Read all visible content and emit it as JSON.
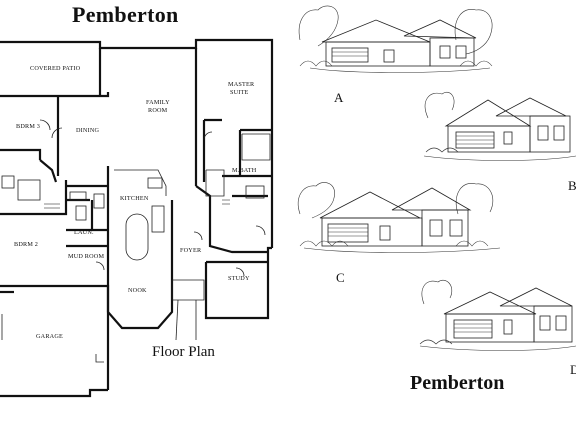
{
  "header": {
    "title": "Pemberton"
  },
  "floor_plan": {
    "caption": "Floor Plan",
    "rooms": {
      "covered_patio": "COVERED PATIO",
      "master_suite_1": "MASTER",
      "master_suite_2": "SUITE",
      "family_room_1": "FAMILY",
      "family_room_2": "ROOM",
      "bdrm3": "BDRM 3",
      "dining": "DINING",
      "mbath": "M.BATH",
      "kitchen": "KITCHEN",
      "bdrm2": "BDRM 2",
      "laun": "LAUN.",
      "mud_room": "MUD ROOM",
      "foyer": "FOYER",
      "nook": "NOOK",
      "study": "STUDY",
      "garage": "GARAGE"
    }
  },
  "elevations": [
    {
      "letter": "A"
    },
    {
      "letter": "B"
    },
    {
      "letter": "C"
    },
    {
      "letter": "D"
    }
  ],
  "footer": {
    "title": "Pemberton",
    "subtitle": "",
    "note": ""
  }
}
